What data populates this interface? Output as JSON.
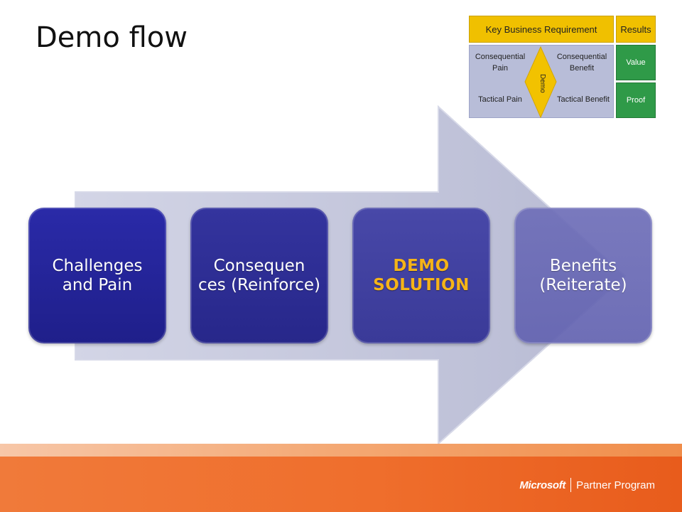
{
  "slide": {
    "title": "Demo flow"
  },
  "kbr_table": {
    "header": "Key Business Requirement",
    "results_header": "Results",
    "consequential_pain": "Consequential Pain",
    "consequential_benefit": "Consequential Benefit",
    "tactical_pain": "Tactical Pain",
    "tactical_benefit": "Tactical Benefit",
    "demo": "Demo",
    "value": "Value",
    "proof": "Proof"
  },
  "steps": [
    {
      "label": "Challenges and Pain"
    },
    {
      "label": "Consequen ces (Reinforce)"
    },
    {
      "label": "DEMO SOLUTION"
    },
    {
      "label": "Benefits (Reiterate)"
    }
  ],
  "footer": {
    "brand_name": "Microsoft",
    "program_name": "Partner Program"
  },
  "colors": {
    "step_dark": "#1f1f8a",
    "highlight_text": "#f5b418",
    "arrow": "#c5c7dd",
    "footer": "#ef6e2c",
    "kbr_header": "#f0c000",
    "kbr_results": "#2f9a48"
  }
}
